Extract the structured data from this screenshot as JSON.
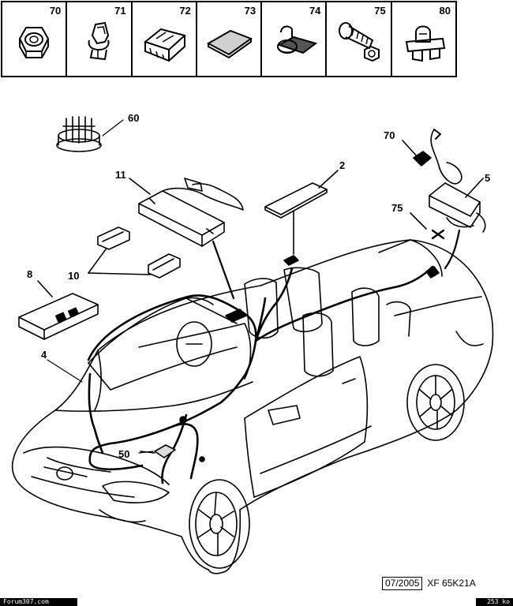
{
  "legend": [
    {
      "num": "70",
      "icon": "nut-icon"
    },
    {
      "num": "71",
      "icon": "clip-icon"
    },
    {
      "num": "72",
      "icon": "connector-block-icon"
    },
    {
      "num": "73",
      "icon": "pad-icon"
    },
    {
      "num": "74",
      "icon": "tie-clip-icon"
    },
    {
      "num": "75",
      "icon": "bolt-icon"
    },
    {
      "num": "80",
      "icon": "bracket-clip-icon"
    }
  ],
  "callouts": {
    "c60": "60",
    "c70": "70",
    "c2": "2",
    "c11": "11",
    "c5": "5",
    "c75": "75",
    "c10": "10",
    "c8": "8",
    "c4": "4",
    "c50": "50"
  },
  "reference": {
    "date": "07/2005",
    "code": "XF 65K21A"
  },
  "footer": {
    "left": "Forum307.com",
    "right": "253 ko"
  }
}
